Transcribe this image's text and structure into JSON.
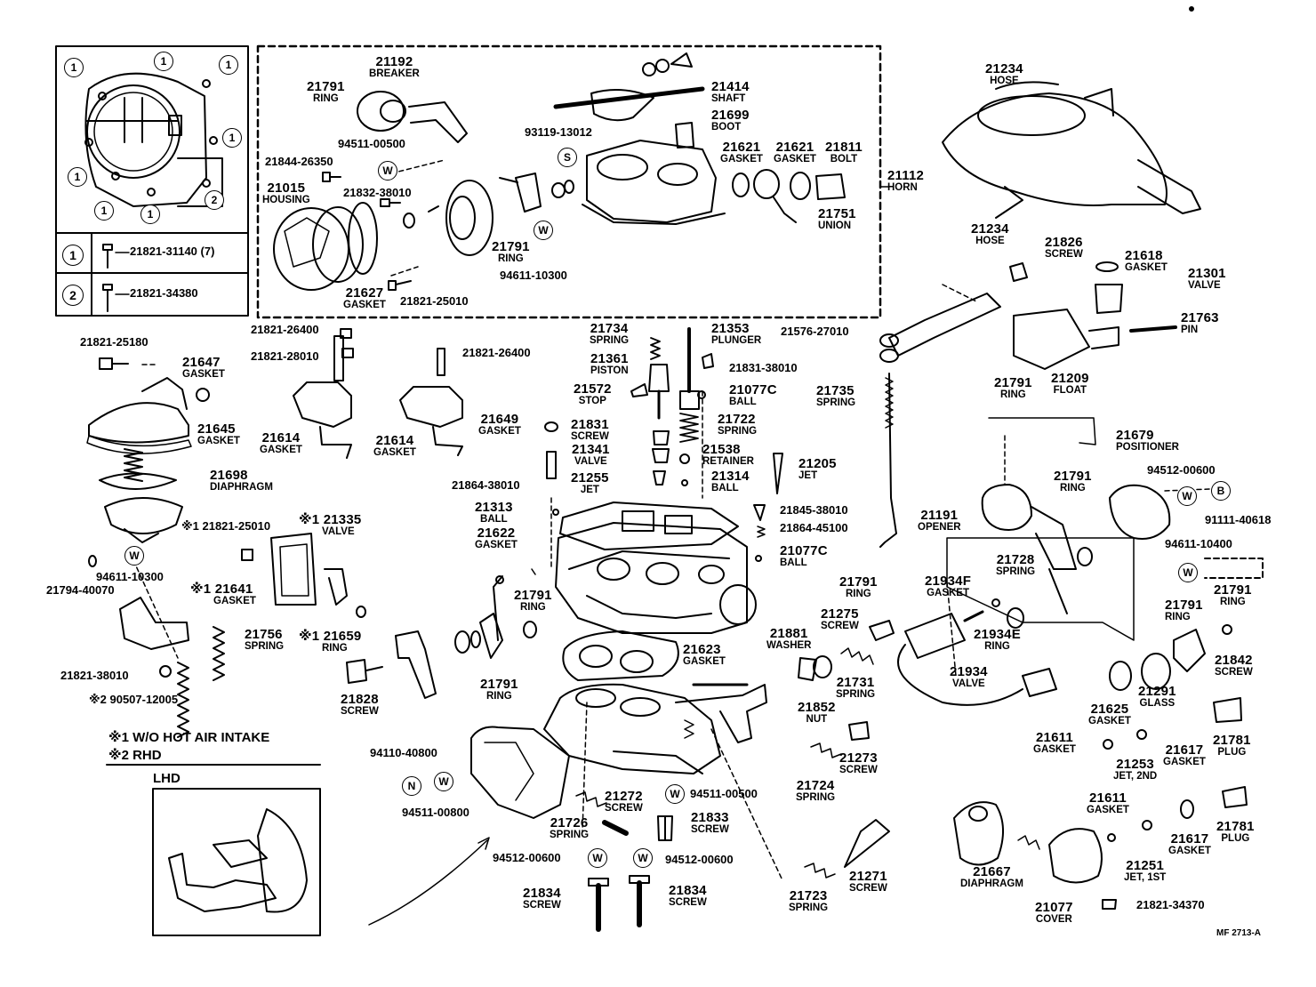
{
  "legend": {
    "row1_marker": "1",
    "row1_part": "21821-31140 (7)",
    "row2_marker": "2",
    "row2_part": "21821-34380"
  },
  "symbols": {
    "w": "W",
    "s": "S",
    "n": "N",
    "b": "B"
  },
  "callouts": {
    "p21192": "21192",
    "breaker": "BREAKER",
    "p21791a": "21791",
    "ringa": "RING",
    "p94511_00500a": "94511-00500",
    "p21844": "21844-26350",
    "p21015": "21015",
    "housing": "HOUSING",
    "p21832": "21832-38010",
    "p21627": "21627",
    "gasket21627": "GASKET",
    "p21821_25010a": "21821-25010",
    "p21414": "21414",
    "shaft": "SHAFT",
    "p21699": "21699",
    "boot": "BOOT",
    "p93119": "93119-13012",
    "p21621a": "21621",
    "gasket21621a": "GASKET",
    "p21621b": "21621",
    "gasket21621b": "GASKET",
    "p21811": "21811",
    "bolt": "BOLT",
    "p21112": "21112",
    "horn": "HORN",
    "p21751": "21751",
    "union": "UNION",
    "p21791b": "21791",
    "ringb": "RING",
    "p94611_10300a": "94611-10300",
    "p21234a": "21234",
    "hosea": "HOSE",
    "p21234b": "21234",
    "hoseb": "HOSE",
    "p21826": "21826",
    "screw21826": "SCREW",
    "p21618": "21618",
    "gasket21618": "GASKET",
    "p21301": "21301",
    "valve21301": "VALVE",
    "p21763": "21763",
    "pin": "PIN",
    "p21209": "21209",
    "float": "FLOAT",
    "p21576": "21576-27010",
    "p21821_26400a": "21821-26400",
    "p21821_26400b": "21821-26400",
    "p21821_28010": "21821-28010",
    "p21821_25180": "21821-25180",
    "p21647": "21647",
    "gasket21647": "GASKET",
    "p21645": "21645",
    "gasket21645": "GASKET",
    "p21614a": "21614",
    "gasket21614a": "GASKET",
    "p21614b": "21614",
    "gasket21614b": "GASKET",
    "p21698": "21698",
    "diaphragm21698": "DIAPHRAGM",
    "p21734": "21734",
    "spring21734": "SPRING",
    "p21353": "21353",
    "plunger": "PLUNGER",
    "p21361": "21361",
    "piston": "PISTON",
    "p21831_38010": "21831-38010",
    "p21572": "21572",
    "stop": "STOP",
    "p21077c_a": "21077C",
    "ball21077c_a": "BALL",
    "p21649": "21649",
    "gasket21649": "GASKET",
    "p21831": "21831",
    "screw21831": "SCREW",
    "p21722": "21722",
    "spring21722": "SPRING",
    "p21341": "21341",
    "valve21341": "VALVE",
    "p21538": "21538",
    "retainer": "RETAINER",
    "p21205": "21205",
    "jet21205": "JET",
    "p21864_38010": "21864-38010",
    "p21255": "21255",
    "jet21255": "JET",
    "p21314": "21314",
    "ball21314": "BALL",
    "p21735": "21735",
    "spring21735": "SPRING",
    "p21791c": "21791",
    "ringc": "RING",
    "p21791d": "21791",
    "ringd": "RING",
    "p21679": "21679",
    "positioner": "POSITIONER",
    "p94512_00600a": "94512-00600",
    "p91111": "91111-40618",
    "p21313": "21313",
    "ball21313": "BALL",
    "p21622": "21622",
    "gasket21622": "GASKET",
    "p21845": "21845-38010",
    "p21864_45100": "21864-45100",
    "p21077c_b": "21077C",
    "ball21077c_b": "BALL",
    "p21191": "21191",
    "opener": "OPENER",
    "p94611_10400": "94611-10400",
    "p21791e": "21791",
    "ringe": "RING",
    "p21728": "21728",
    "spring21728": "SPRING",
    "p21934f": "21934F",
    "gasket21934f": "GASKET",
    "p21791f": "21791",
    "ringf": "RING",
    "p21791g": "21791",
    "ringg": "RING",
    "p21821_25010b": "1 21821-25010",
    "p121335": "1 21335",
    "valve121335": "VALVE",
    "p94611_10300b": "94611-10300",
    "p21794": "21794-40070",
    "p121641": "1 21641",
    "gasket121641": "GASKET",
    "p21756": "21756",
    "spring21756": "SPRING",
    "p121659": "1 21659",
    "ring121659": "RING",
    "p21821_38010": "21821-38010",
    "p90507": "2 90507-12005",
    "p21828": "21828",
    "screw21828": "SCREW",
    "p21791h": "21791",
    "ringh": "RING",
    "p21623": "21623",
    "gasket21623": "GASKET",
    "p21881": "21881",
    "washer": "WASHER",
    "p21275": "21275",
    "screw21275": "SCREW",
    "p21934e": "21934E",
    "ring21934e": "RING",
    "p21934": "21934",
    "valve21934": "VALVE",
    "p21731": "21731",
    "spring21731": "SPRING",
    "p21852": "21852",
    "nut": "NUT",
    "p21842": "21842",
    "screw21842": "SCREW",
    "p21291": "21291",
    "glass": "GLASS",
    "p21625": "21625",
    "gasket21625": "GASKET",
    "p21781a": "21781",
    "pluga": "PLUG",
    "p21611a": "21611",
    "gasket21611a": "GASKET",
    "p21617a": "21617",
    "gasket21617a": "GASKET",
    "p21253": "21253",
    "jet2nd": "JET, 2ND",
    "p21273": "21273",
    "screw21273": "SCREW",
    "p21724": "21724",
    "spring21724": "SPRING",
    "p94110": "94110-40800",
    "p94511_00800": "94511-00800",
    "p94511_00500b": "94511-00500",
    "p21272": "21272",
    "screw21272": "SCREW",
    "p21726": "21726",
    "spring21726": "SPRING",
    "p21833": "21833",
    "screw21833": "SCREW",
    "p94512_00600b": "94512-00600",
    "p94512_00600c": "94512-00600",
    "p21834a": "21834",
    "screw21834a": "SCREW",
    "p21834b": "21834",
    "screw21834b": "SCREW",
    "p21723": "21723",
    "spring21723": "SPRING",
    "p21271": "21271",
    "screw21271": "SCREW",
    "p21667": "21667",
    "diaphragm21667": "DIAPHRAGM",
    "p21611b": "21611",
    "gasket21611b": "GASKET",
    "p21617b": "21617",
    "gasket21617b": "GASKET",
    "p21781b": "21781",
    "plugb": "PLUG",
    "p21251": "21251",
    "jet1st": "JET, 1ST",
    "p21077": "21077",
    "cover": "COVER",
    "p21821_34370": "21821-34370"
  },
  "notes": {
    "note1": "1 W/O HOT AIR INTAKE",
    "note2": "2 RHD",
    "lhd": "LHD",
    "code": "MF 2713-A"
  }
}
